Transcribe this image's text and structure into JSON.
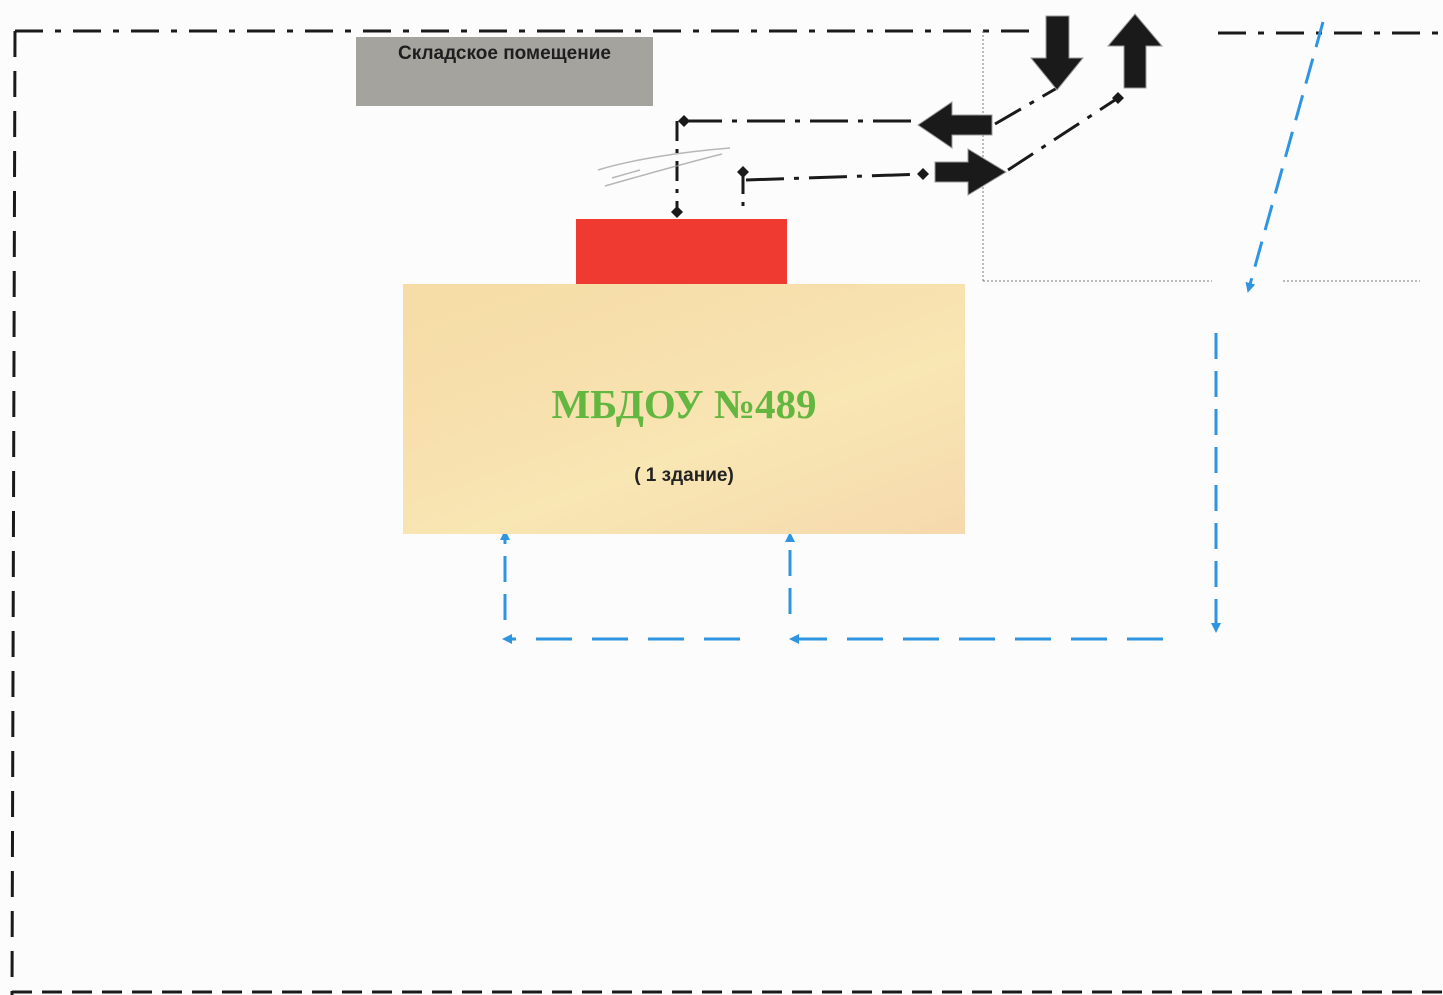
{
  "warehouse": {
    "label": "Складское помещение"
  },
  "building": {
    "title": "МБДОУ №489",
    "subtitle": "( 1 здание)"
  },
  "colors": {
    "perimeter": "#1a1a1a",
    "route": "#2f95e0",
    "building_fill": "#f6dca6",
    "entrance_fill": "#ee3a30",
    "warehouse_fill": "#a5a39d",
    "title_text": "#63b740",
    "traffic_arrow": "#1a1a1a"
  },
  "icons": {
    "traffic_entry": "arrow-down-icon",
    "traffic_exit": "arrow-up-icon",
    "traffic_left": "arrow-left-icon",
    "traffic_right": "arrow-right-icon"
  }
}
